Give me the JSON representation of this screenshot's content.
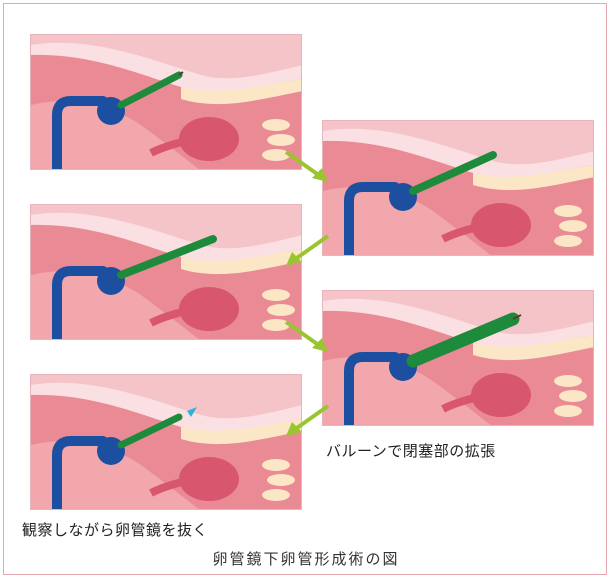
{
  "captions": {
    "balloon_dilation": "バルーンで閉塞部の拡張",
    "observe_withdraw": "観察しながら卵管鏡を抜く"
  },
  "figure_title": "卵管鏡下卵管形成術の図",
  "colors": {
    "tissue_light": "#f2a7ad",
    "tissue_pink": "#e98a95",
    "tube_cream": "#fbe6c6",
    "ovary": "#d8576e",
    "catheter_blue": "#1d4fa0",
    "scope_green": "#1e8a3c",
    "arrow_green": "#9ac531",
    "tip_marker_cyan": "#29b6d6",
    "frame_border": "#e6a7b0"
  },
  "panels": [
    {
      "id": "step-1",
      "scope_extent": 0.35,
      "balloon": false,
      "tip_marker": false
    },
    {
      "id": "step-2",
      "scope_extent": 0.55,
      "balloon": false,
      "tip_marker": false
    },
    {
      "id": "step-3",
      "scope_extent": 0.62,
      "balloon": false,
      "tip_marker": false
    },
    {
      "id": "step-4",
      "scope_extent": 0.95,
      "balloon": true,
      "tip_marker": false
    },
    {
      "id": "step-5",
      "scope_extent": 0.45,
      "balloon": false,
      "tip_marker": true
    }
  ]
}
